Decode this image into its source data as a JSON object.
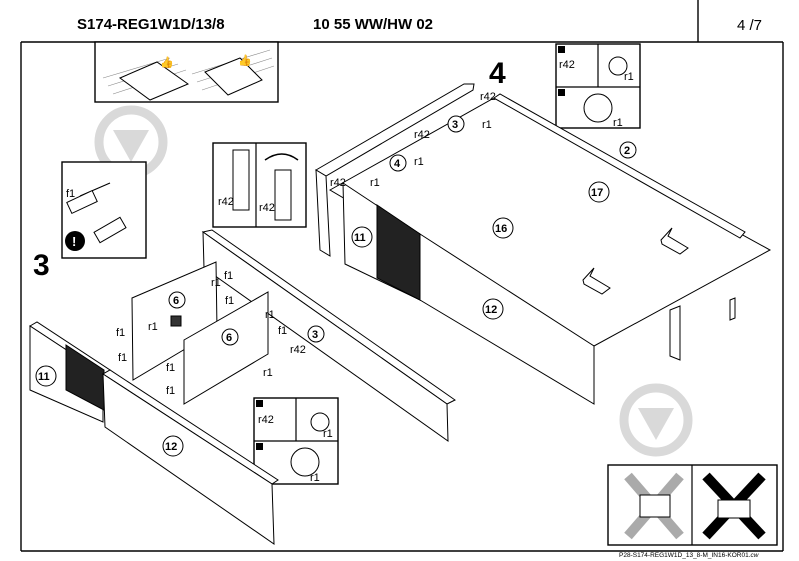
{
  "header": {
    "product_code": "S174-REG1W1D/13/8",
    "color_code": "10 55 WW/HW 02",
    "page": "4 /7"
  },
  "steps": {
    "step3": "3",
    "step4": "4"
  },
  "parts": {
    "p2": "2",
    "p3": "3",
    "p4": "4",
    "p6": "6",
    "p11": "11",
    "p12": "12",
    "p16": "16",
    "p17": "17"
  },
  "fittings": {
    "f1": "f1",
    "r1": "r1",
    "r42": "r42"
  },
  "footer": {
    "code": "P28-S174-REG1W1D_13_8-M_IN16-KOR01",
    "suffix": ".cw"
  }
}
